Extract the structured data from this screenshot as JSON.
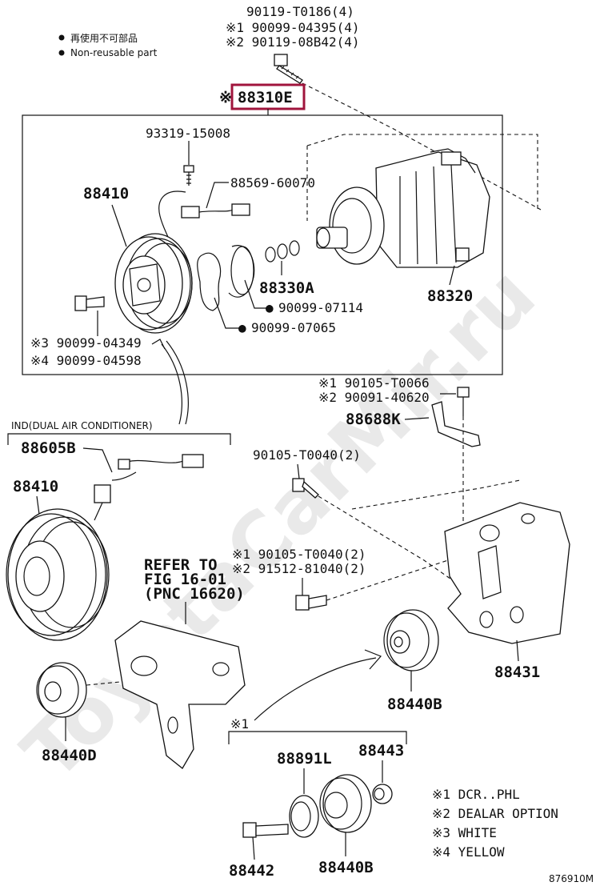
{
  "watermark": "ToyotaCarMir.ru",
  "legend_top": {
    "jp": "再使用不可部品",
    "en": "Non-reusable part"
  },
  "bolt_top": {
    "line1": "90119-T0186(4)",
    "line2": "※1 90099-04395(4)",
    "line3": "※2 90119-08B42(4)"
  },
  "assembly": {
    "prefix": "※",
    "code": "88310E"
  },
  "labels": {
    "p93319": "93319-15008",
    "p88569": "88569-60070",
    "p88410a": "88410",
    "p88330a": "88330A",
    "p90099_07114": "90099-07114",
    "p90099_07065": "90099-07065",
    "p88320": "88320",
    "p04349": "※3 90099-04349",
    "p04598": "※4 90099-04598",
    "p0066": "※1 90105-T0066",
    "p40620": "※2 90091-40620",
    "p88688k": "88688K",
    "ind": "IND(DUAL AIR CONDITIONER)",
    "p88605b": "88605B",
    "p88410b": "88410",
    "p0040_2": "90105-T0040(2)",
    "refer1": "REFER TO",
    "refer2": "FIG 16-01",
    "refer3": "(PNC 16620)",
    "p0040_b": "※1 90105-T0040(2)",
    "p81040": "※2 91512-81040(2)",
    "p88431": "88431",
    "p88440b_a": "88440B",
    "p88440d": "88440D",
    "x1": "※1",
    "p88891l": "88891L",
    "p88443": "88443",
    "p88442": "88442",
    "p88440b_b": "88440B",
    "bullet": "●"
  },
  "notes": [
    "※1 DCR..PHL",
    "※2 DEALAR OPTION",
    "※3 WHITE",
    "※4 YELLOW"
  ],
  "figure_code": "876910M",
  "colors": {
    "highlight": "#a0143c",
    "ink": "#111111",
    "watermark": "#e9e9e9"
  }
}
